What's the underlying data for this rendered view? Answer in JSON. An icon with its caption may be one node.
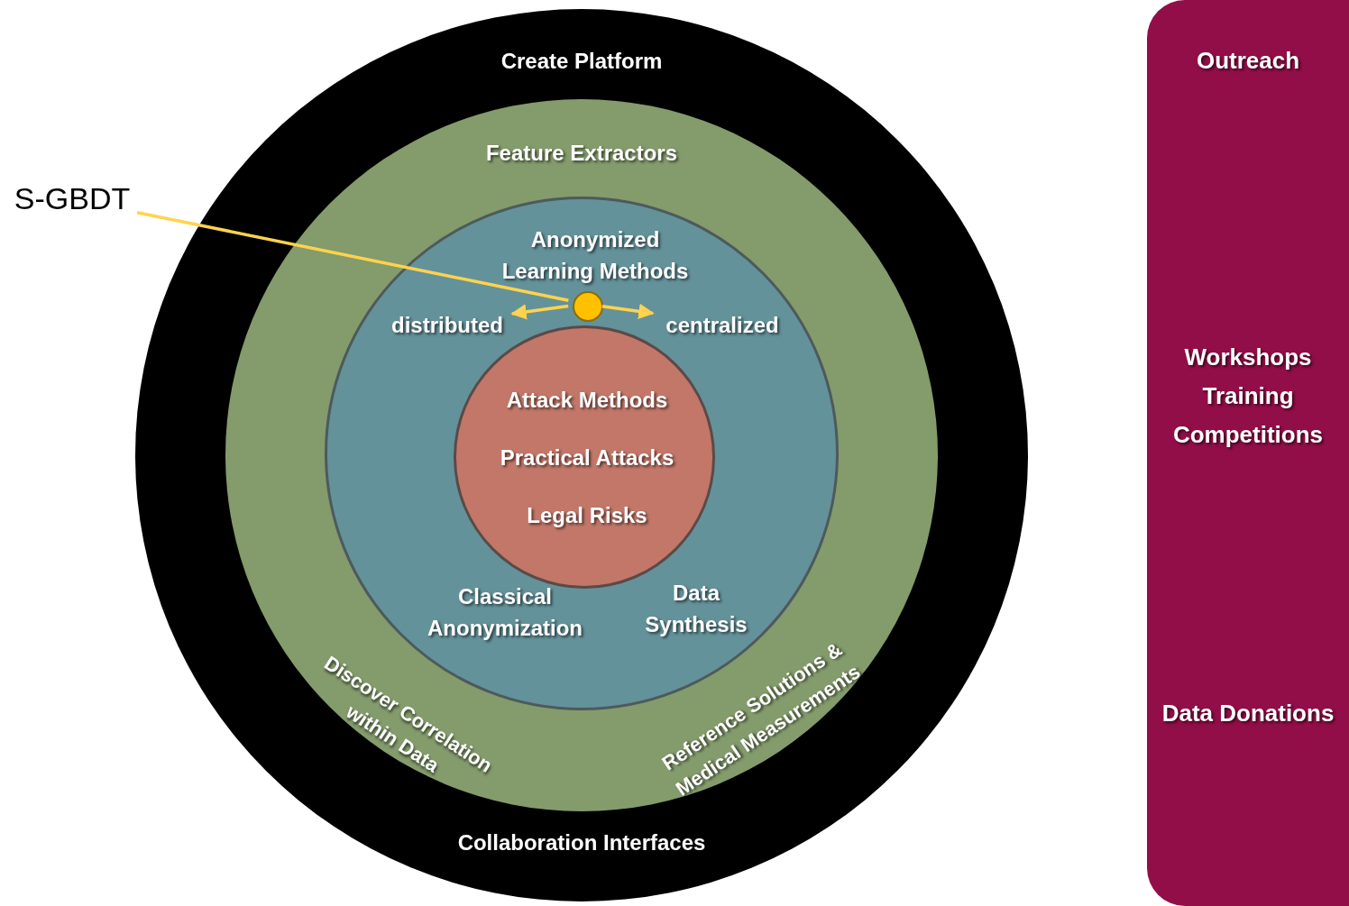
{
  "diagram": {
    "nodes": [
      {
        "text": [
          "S-GBDT"
        ]
      },
      {
        "text": [
          "Create Platform",
          "Collaboration Interfaces"
        ]
      },
      {
        "text": [
          "Feature Extractors",
          "Discover Correlation within Data",
          "Reference Solutions & Medical Measurements"
        ],
        "in": 1
      },
      {
        "text": [
          "Anonymized Learning Methods",
          "Classical Anonymization",
          "Data Synthesis"
        ],
        "in": 2
      },
      {
        "text": [],
        "shape": "circle",
        "in": 3
      },
      {
        "text": [
          "distributed"
        ],
        "in": 3
      },
      {
        "text": [
          "centralized"
        ],
        "in": 3
      },
      {
        "text": [
          "Attack Methods",
          "Practical Attacks",
          "Legal Risks"
        ],
        "in": 3
      },
      {
        "text": [
          "Outreach",
          "Workshops",
          "Training",
          "Competitions",
          "Data Donations"
        ]
      }
    ],
    "edges": [
      {
        "from": 0,
        "to": 4,
        "arrow": "none"
      },
      {
        "from": 4,
        "to": 5,
        "arrow": "to"
      },
      {
        "from": 4,
        "to": 6,
        "arrow": "to"
      }
    ]
  }
}
